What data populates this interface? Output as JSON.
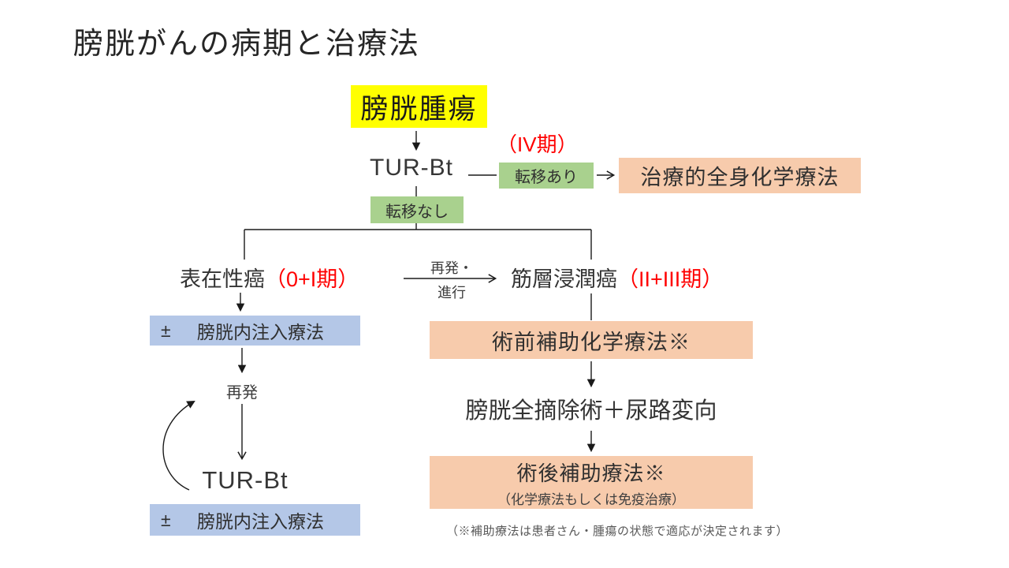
{
  "title": "膀胱がんの病期と治療法",
  "palette": {
    "highlight_yellow": "#FFFF00",
    "branch_green": "#A9D18E",
    "therapy_orange": "#F7CBAC",
    "therapy_blue": "#B4C7E7",
    "stage_red": "#FF0000",
    "text_dark": "#333333",
    "footnote_gray": "#595959"
  },
  "flow": {
    "tumor": "膀胱腫瘍",
    "turbt": "TUR-Bt",
    "stage_iv": "（IV期）",
    "metastasis_yes": "転移あり",
    "systemic_chemo": "治療的全身化学療法",
    "metastasis_no": "転移なし",
    "superficial": "表在性癌",
    "superficial_stage": "（0+I期）",
    "progression_line1": "再発・",
    "progression_line2": "進行",
    "invasive": "筋層浸潤癌",
    "invasive_stage": "（II+III期）",
    "plus_minus": "±",
    "intravesical": "膀胱内注入療法",
    "recurrence": "再発",
    "turbt_repeat": "TUR-Bt",
    "plus_minus_2": "±",
    "intravesical_2": "膀胱内注入療法",
    "neoadjuvant": "術前補助化学療法※",
    "cystectomy": "膀胱全摘除術＋尿路変向",
    "adjuvant": "術後補助療法※",
    "adjuvant_note": "（化学療法もしくは免疫治療）",
    "footnote": "（※補助療法は患者さん・腫瘍の状態で適応が決定されます）"
  }
}
